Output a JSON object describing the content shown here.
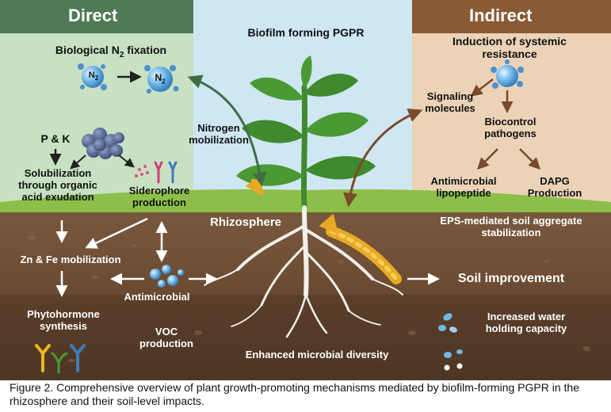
{
  "headers": {
    "direct": "Direct",
    "indirect": "Indirect"
  },
  "center": {
    "title": "Biofilm forming PGPR",
    "rhizosphere": "Rhizosphere"
  },
  "direct": {
    "n2_fixation_prefix": "Biological N",
    "n2_fixation_sub": "2",
    "n2_fixation_suffix": " fixation",
    "n2_badge_left": "N",
    "n2_badge_left_sub": "2",
    "n2_badge_right": "N",
    "n2_badge_right_sub": "2",
    "nitrogen_mobilization": "Nitrogen\nmobilization",
    "pk": "P & K",
    "solubilization": "Solubilization\nthrough organic\nacid exudation",
    "siderophore": "Siderophore\nproduction",
    "zn_fe": "Zn & Fe mobilization",
    "antimicrobial": "Antimicrobial",
    "phytohormone": "Phytohormone\nsynthesis",
    "voc": "VOC\nproduction"
  },
  "indirect": {
    "isr": "Induction of systemic\nresistance",
    "signaling": "Signaling\nmolecules",
    "biocontrol": "Biocontrol\npathogens",
    "antimicrobial_lipopeptide": "Antimicrobial\nlipopeptide",
    "dapg": "DAPG\nProduction"
  },
  "soil": {
    "eps": "EPS-mediated soil aggregate\nstabilization",
    "soil_improvement": "Soil improvement",
    "water": "Increased water\nholding capacity",
    "diversity": "Enhanced microbial diversity"
  },
  "caption": "Figure 2. Comprehensive overview of plant growth-promoting mechanisms mediated by biofilm-forming PGPR in the rhizosphere and their soil-level impacts.",
  "colors": {
    "direct_header": "#4f7a55",
    "direct_panel": "#c7e1c2",
    "center_sky": "#cfe6f3",
    "indirect_header": "#8a5a35",
    "indirect_panel": "#ecd3b8",
    "soil_top": "#7a5a3e",
    "soil_mid": "#6a4a32",
    "soil_deep": "#4e3625",
    "grass": "#8cbf4a",
    "leaf": "#3f8a2e",
    "root": "#f3f0ea",
    "bacteria": "#e9a923",
    "arrow_dark": "#222222",
    "arrow_white": "#ffffff",
    "arrow_green": "#3f6e45",
    "arrow_brown": "#7a4a2a"
  }
}
